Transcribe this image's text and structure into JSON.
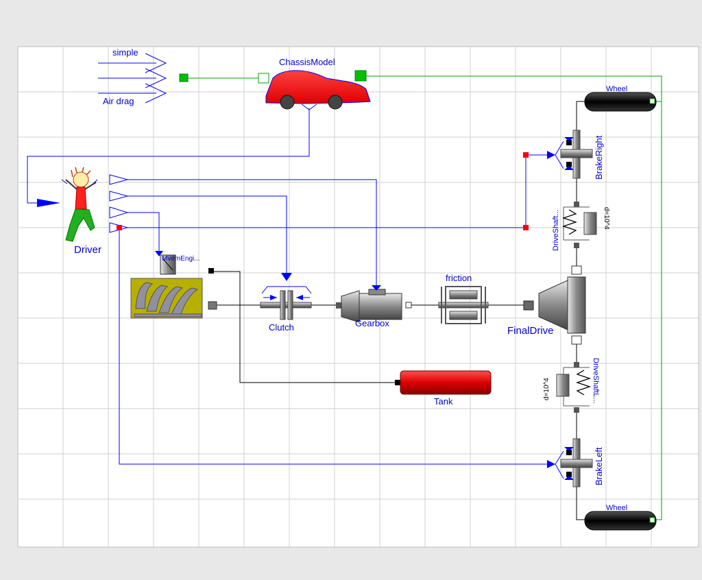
{
  "diagram": {
    "components": {
      "aero": {
        "label_top": "simple",
        "label_bottom": "Air drag"
      },
      "chassis": {
        "label": "ChassisModel"
      },
      "driver": {
        "label": "Driver"
      },
      "engine": {
        "label": "MvemEngi..."
      },
      "clutch": {
        "label": "Clutch"
      },
      "gearbox": {
        "label": "Gearbox"
      },
      "friction": {
        "label": "friction"
      },
      "final_drive": {
        "label": "FinalDrive"
      },
      "tank": {
        "label": "Tank"
      },
      "wheel_right": {
        "label": "Wheel"
      },
      "wheel_left": {
        "label": "Wheel"
      },
      "brake_right": {
        "label": "BrakeRight"
      },
      "brake_left": {
        "label": "BrakeLeft"
      },
      "driveshaft_right": {
        "label": "DriveShaft...",
        "param": "d=10^4"
      },
      "driveshaft_left": {
        "label": "DriveShaftL...",
        "param": "d=10^4"
      }
    },
    "colors": {
      "signal": "#0000ff",
      "mechanical": "#000000",
      "chassis_link": "#00a000",
      "car_body": "#ff0000",
      "tank": "#cc0000",
      "engine": "#b8b000",
      "grid": "#c8c8c8",
      "label": "#0000cc"
    }
  }
}
